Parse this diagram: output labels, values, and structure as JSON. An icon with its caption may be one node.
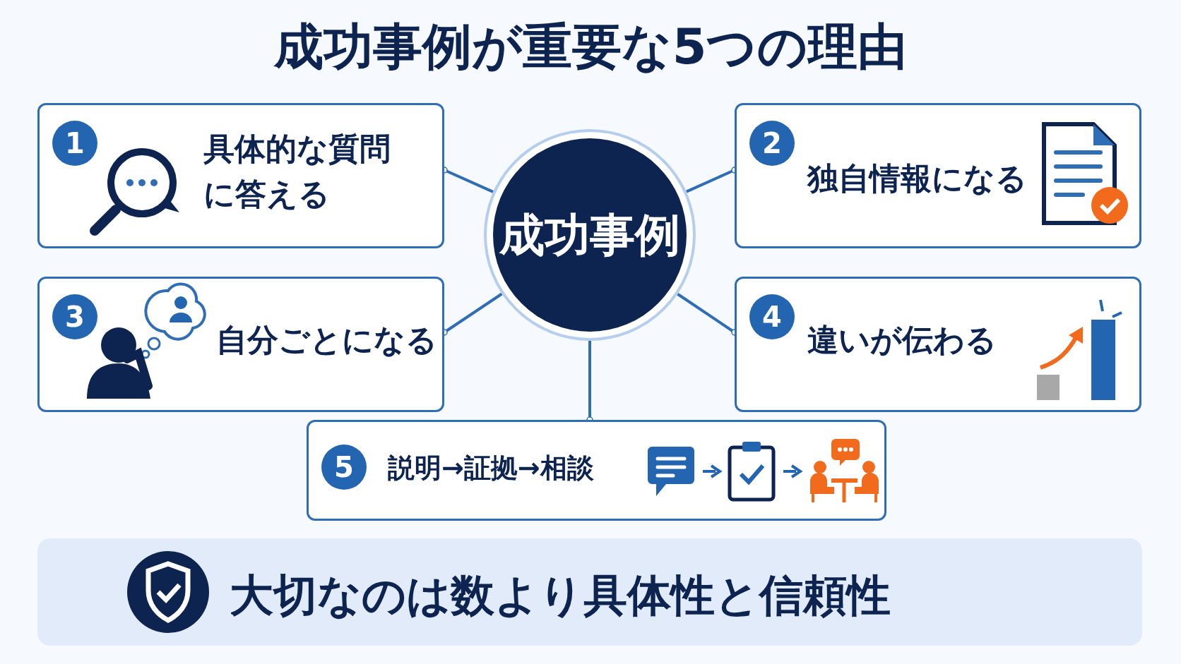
{
  "diagram": {
    "title": "成功事例が重要な5つの理由",
    "nodes": [
      {
        "text": [
          "成功事例"
        ]
      },
      {
        "text": [
          "1",
          "具体的な質問に答える"
        ]
      },
      {
        "text": [
          "2",
          "独自情報になる"
        ]
      },
      {
        "text": [
          "3",
          "自分ごとになる"
        ]
      },
      {
        "text": [
          "4",
          "違いが伝わる"
        ]
      },
      {
        "text": [
          "5",
          "説明→証拠→相談"
        ]
      },
      {
        "text": [
          "大切なのは数より具体性と信頼性"
        ]
      }
    ],
    "edges": [
      {
        "from": 0,
        "to": 1,
        "arrow": "other"
      },
      {
        "from": 0,
        "to": 2,
        "arrow": "other"
      },
      {
        "from": 0,
        "to": 3,
        "arrow": "other"
      },
      {
        "from": 0,
        "to": 4,
        "arrow": "other"
      },
      {
        "from": 0,
        "to": 5,
        "arrow": "other"
      }
    ]
  }
}
